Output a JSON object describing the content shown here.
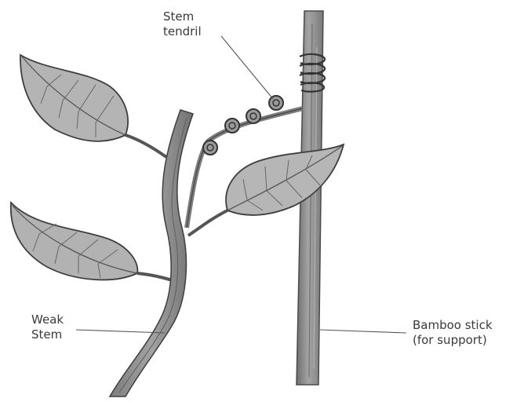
{
  "labels": {
    "stem_tendril": [
      "Stem",
      "tendril"
    ],
    "weak_stem": [
      "Weak",
      "Stem"
    ],
    "bamboo_stick": [
      "Bamboo stick",
      "(for support)"
    ]
  },
  "colors": {
    "stem_fill": "#8a8a8a",
    "leaf_fill": "#b8b8b8",
    "outline": "#444444",
    "bamboo_fill": "#8f8f8f",
    "leader_line": "#555555"
  }
}
